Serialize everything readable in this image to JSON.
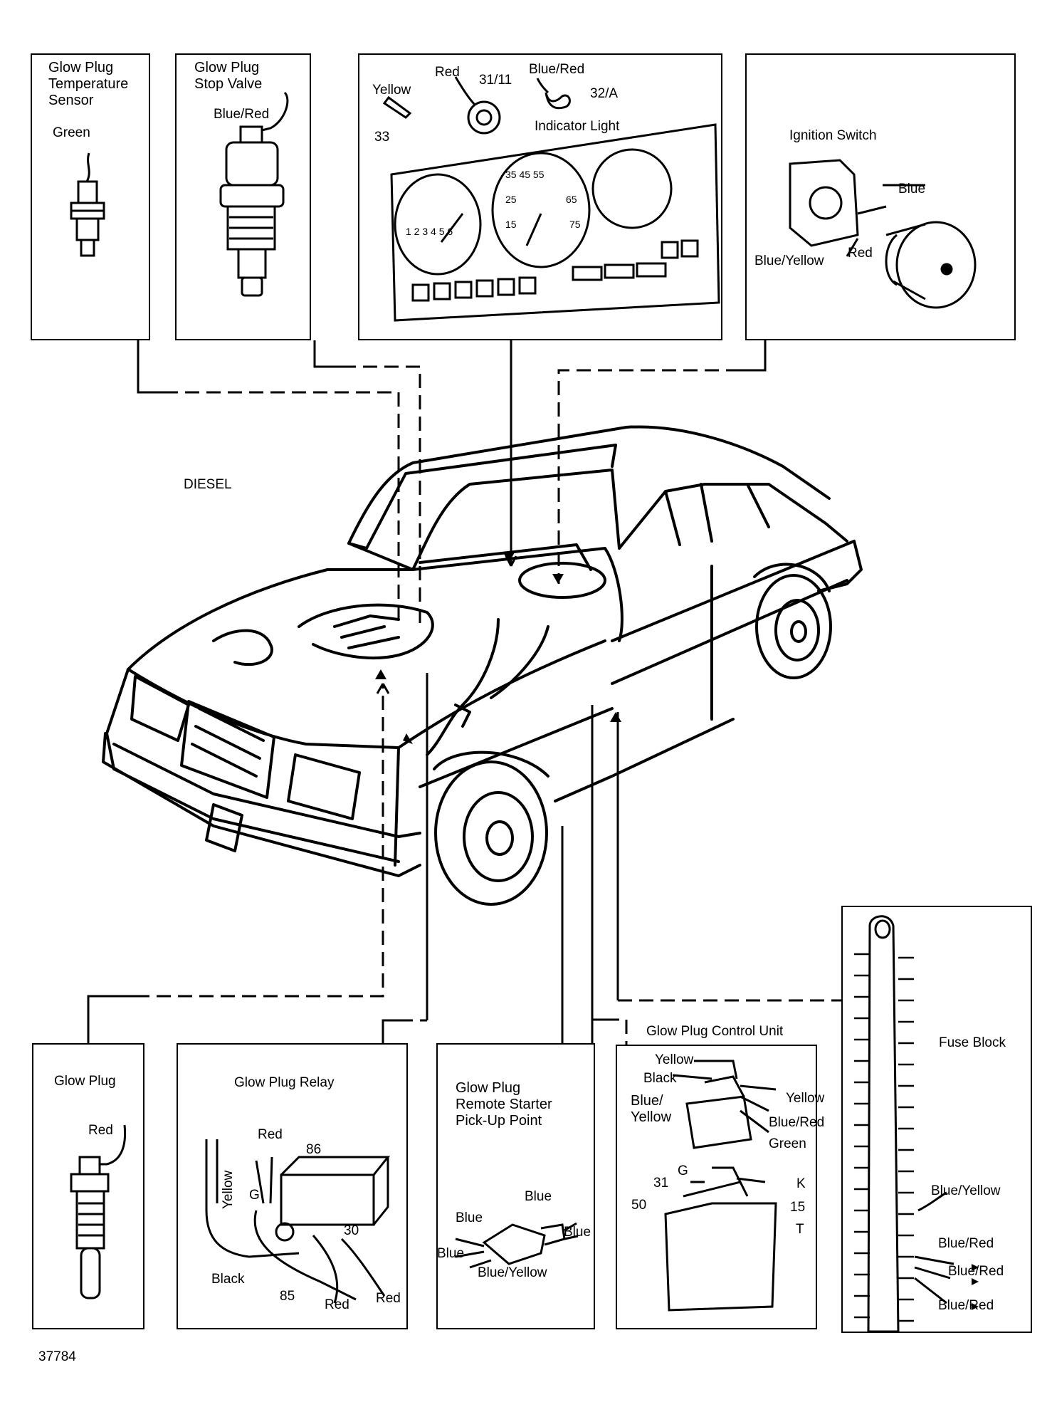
{
  "diagram_label": "DIESEL",
  "figure_number": "37784",
  "components": {
    "temp_sensor": {
      "title": "Glow Plug\nTemperature\nSensor",
      "wire": "Green"
    },
    "stop_valve": {
      "title": "Glow Plug\nStop Valve",
      "wire": "Blue/Red"
    },
    "indicator": {
      "yellow": "Yellow",
      "term33": "33",
      "red": "Red",
      "term31": "31/11",
      "bluered": "Blue/Red",
      "term32": "32/A",
      "title": "Indicator Light"
    },
    "ignition": {
      "title": "Ignition Switch",
      "blue": "Blue",
      "red": "Red",
      "blueyellow": "Blue/Yellow"
    },
    "glow_plug": {
      "title": "Glow Plug",
      "wire": "Red"
    },
    "relay": {
      "title": "Glow Plug Relay",
      "red_top": "Red",
      "t86": "86",
      "yellow": "Yellow",
      "g": "G",
      "t30": "30",
      "black": "Black",
      "t85": "85",
      "red1": "Red",
      "red2": "Red"
    },
    "remote": {
      "title": "Glow Plug\nRemote Starter\nPick-Up Point",
      "blue_top": "Blue",
      "blue_left": "Blue",
      "blue_right": "Blue",
      "blue_low": "Blue",
      "blueyellow": "Blue/Yellow"
    },
    "control": {
      "title": "Glow Plug Control Unit",
      "yellow": "Yellow",
      "black": "Black",
      "blueyellow": "Blue/\nYellow",
      "yellow_r": "Yellow",
      "bluered": "Blue/Red",
      "green": "Green",
      "g": "G",
      "t31": "31",
      "k": "K",
      "t50": "50",
      "t15": "15",
      "t": "T"
    },
    "fuse": {
      "title": "Fuse Block",
      "blueyellow": "Blue/Yellow",
      "bluered1": "Blue/Red",
      "bluered2": "Blue/Red",
      "bluered3": "Blue/Red"
    }
  }
}
